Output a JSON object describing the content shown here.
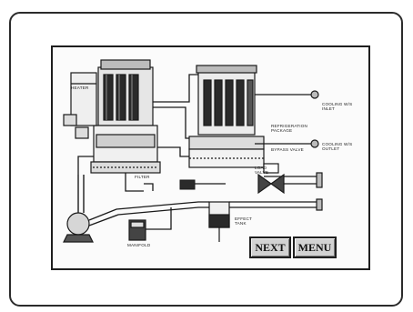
{
  "labels": {
    "heater": "HEATER",
    "filter": "FILTER",
    "refrigeration_package": "REFRIGERATION\nPACKAGE",
    "bypass_valve": "BYPASS VALVE",
    "load_valve": "LOAD\nVALVE",
    "effect_tank": "EFFECT\nTANK",
    "manifold": "MANIFOLD",
    "cooling_inlet": "COOLING W/S\nINLET",
    "cooling_outlet": "COOLING W/S\nOUTLET"
  },
  "buttons": {
    "next": "NEXT",
    "menu": "MENU"
  }
}
